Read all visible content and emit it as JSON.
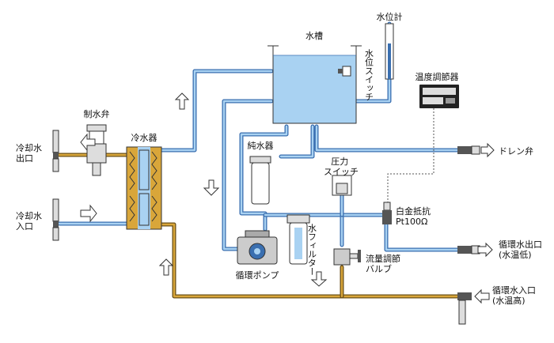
{
  "labels": {
    "water_tank": "水槽",
    "level_gauge": "水位計",
    "level_switch": "水位スイッチ",
    "temp_controller": "温度調節器",
    "drain_valve": "ドレン弁",
    "control_valve": "制水弁",
    "cooler": "冷水器",
    "cooling_out": "冷却水\n出口",
    "cooling_in": "冷却水\n入口",
    "pure_water": "純水器",
    "pressure_switch": "圧力\nスイッチ",
    "rtd": "白金抵抗\nPt100Ω",
    "water_filter": "水フィルター",
    "flow_valve": "流量調節\nバルブ",
    "circ_pump": "循環ポンプ",
    "circ_out": "循環水出口\n(水温低)",
    "circ_in": "循環水入口\n(水温高)"
  },
  "colors": {
    "water_fill": "#a9d2f2",
    "water_pipe_border": "#3a6fb0",
    "hot_pipe_fill": "#d9a63a",
    "hot_pipe_border": "#6b5018"
  }
}
